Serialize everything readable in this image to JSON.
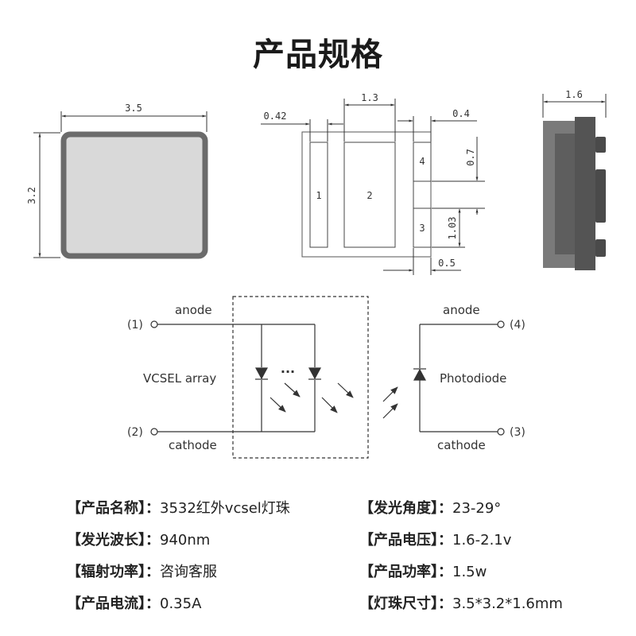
{
  "title": "产品规格",
  "dims": {
    "top_width": "3.5",
    "top_height": "3.2",
    "pad_width": "1.3",
    "pad_edge": "0.42",
    "pad_small_width": "0.4",
    "pad_gap": "0.7",
    "pad_small_height": "1.03",
    "pad_offset": "0.5",
    "pad_1": "1",
    "pad_2": "2",
    "pad_3": "3",
    "pad_4": "4",
    "side_thickness": "1.6"
  },
  "circuit": {
    "pin1": "(1)",
    "pin2": "(2)",
    "pin3": "(3)",
    "pin4": "(4)",
    "anode_left": "anode",
    "cathode_left": "cathode",
    "anode_right": "anode",
    "cathode_right": "cathode",
    "vcsel_label": "VCSEL array",
    "photodiode_label": "Photodiode",
    "ellipsis": "···"
  },
  "specs": [
    {
      "key": "【产品名称】",
      "sep": "：",
      "value": "3532红外vcsel灯珠"
    },
    {
      "key": "【发光角度】",
      "sep": "：",
      "value": "23-29°"
    },
    {
      "key": "【发光波长】",
      "sep": "：",
      "value": "940nm"
    },
    {
      "key": "【产品电压】",
      "sep": "：",
      "value": "1.6-2.1v"
    },
    {
      "key": "【辐射功率】",
      "sep": "：",
      "value": "咨询客服"
    },
    {
      "key": "【产品功率】",
      "sep": "：",
      "value": "1.5w"
    },
    {
      "key": "【产品电流】",
      "sep": "：",
      "value": "0.35A"
    },
    {
      "key": "【灯珠尺寸】",
      "sep": "：",
      "value": "3.5*3.2*1.6mm"
    }
  ]
}
